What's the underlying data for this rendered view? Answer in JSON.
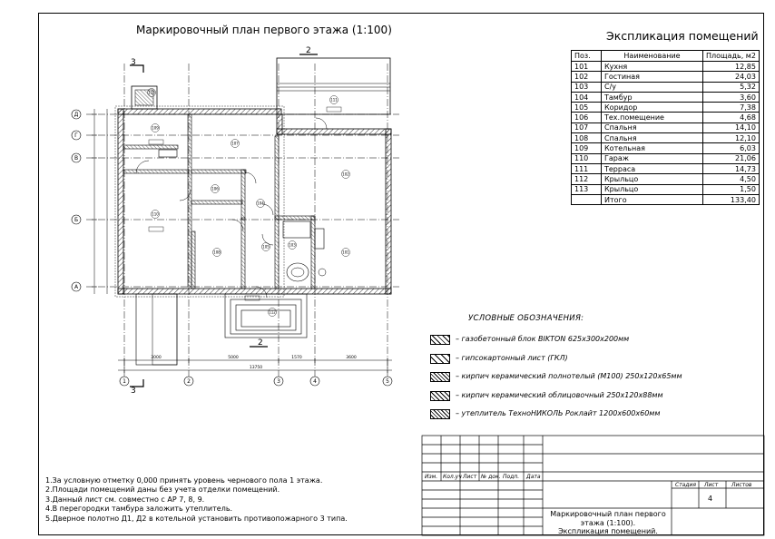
{
  "drawing_title": "Маркировочный план первого этажа (1:100)",
  "explication": {
    "title": "Экспликация помещений",
    "headers": [
      "Поз.",
      "Наименование",
      "Площадь, м2"
    ],
    "rows": [
      [
        "101",
        "Кухня",
        "12,85"
      ],
      [
        "102",
        "Гостиная",
        "24,03"
      ],
      [
        "103",
        "С/у",
        "5,32"
      ],
      [
        "104",
        "Тамбур",
        "3,60"
      ],
      [
        "105",
        "Коридор",
        "7,38"
      ],
      [
        "106",
        "Тех.помещение",
        "4,68"
      ],
      [
        "107",
        "Спальня",
        "14,10"
      ],
      [
        "108",
        "Спальня",
        "12,10"
      ],
      [
        "109",
        "Котельная",
        "6,03"
      ],
      [
        "110",
        "Гараж",
        "21,06"
      ],
      [
        "111",
        "Терраса",
        "14,73"
      ],
      [
        "112",
        "Крыльцо",
        "4,50"
      ],
      [
        "113",
        "Крыльцо",
        "1,50"
      ],
      [
        "",
        "Итого",
        "133,40"
      ]
    ]
  },
  "legend": {
    "title": "УСЛОВНЫЕ ОБОЗНАЧЕНИЯ:",
    "items": [
      "– газобетонный блок BIKTON 625х300х200мм",
      "– гипсокартонный лист (ГКЛ)",
      "– кирпич керамический полнотелый (М100) 250х120х65мм",
      "– кирпич керамический облицовочный 250х120х88мм",
      "– утеплитель ТехноНИКОЛЬ Роклайт 1200х600х60мм"
    ]
  },
  "notes": [
    "1.За условную отметку 0,000 принять уровень чернового пола 1 этажа.",
    "2.Площади помещений даны без учета отделки помещений.",
    "3.Данный лист см. совместно с АР 7, 8, 9.",
    "4.В перегородки тамбура заложить утеплитель.",
    "5.Дверное полотно Д1, Д2 в котельной установить противопожарного 3 типа."
  ],
  "stamp": {
    "headers": [
      "Изм.",
      "Кол.уч",
      "Лист",
      "№ док.",
      "Подп.",
      "Дата"
    ],
    "stage_label": "Стадия",
    "sheet_label": "Лист",
    "sheets_label": "Листов",
    "sheet_number": "4",
    "sheet_title_1": "Маркировочный план первого",
    "sheet_title_2": "этажа (1:100).",
    "sheet_title_3": "Экспликация помещений."
  },
  "plan": {
    "axes_vertical": [
      "Д",
      "Г",
      "В",
      "Б",
      "А"
    ],
    "axes_horizontal": [
      "1",
      "2",
      "3",
      "4",
      "5"
    ],
    "section_marks": [
      "2",
      "2",
      "3",
      "3"
    ],
    "dims_bottom": [
      "3000",
      "5000",
      "1570",
      "3600"
    ],
    "dim_total": "13750",
    "room_tags": [
      "101",
      "102",
      "103",
      "104",
      "105",
      "106",
      "107",
      "108",
      "109",
      "110",
      "111",
      "112",
      "113"
    ]
  }
}
